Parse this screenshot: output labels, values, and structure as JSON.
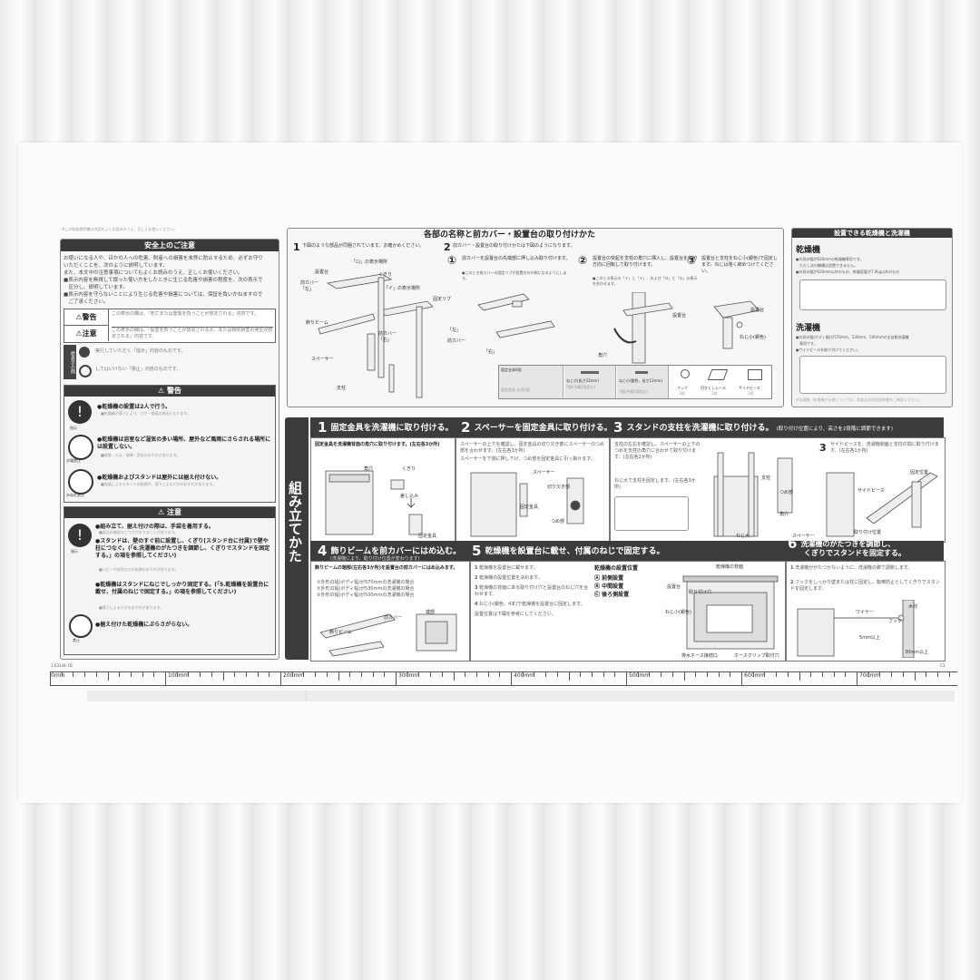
{
  "doc": {
    "code": "1-E3144-7D",
    "page_mark": "C3",
    "top_note": "※この取扱説明書の内容をよくお読みのうえ、正しくお使いください。"
  },
  "safety": {
    "title": "安全上のご注意",
    "intro": [
      "お使いになる人や、ほかの人への危害、財産への損害を未然に防止するため、必ずお守り",
      "いただくことを、次のように説明しています。",
      "また、本文中の注意事項についてもよくお読みのうえ、正しくお使いください。",
      "■表示内容を無視して誤った使い方をしたときに生じる危害や損害の程度を、次の表示で",
      "　区分し、説明しています。",
      "■表示内容を守らないことにより生じる危害や損害については、保証を負いかねますので",
      "　ご了承ください。"
    ],
    "warning_label": "警告",
    "warning_text": "この表示の欄は、「死亡または重傷を負うことが想定される」内容です。",
    "caution_label": "注意",
    "caution_text": "この表示の欄は、「傷害を負うことが想定されるか、または物的損害の発生が想定される」内容です。",
    "legend_side": "絵表示の例",
    "legend_do": "実行していただく「指示」内容のものです。",
    "legend_dont": "してはいけない「禁止」内容のものです。",
    "warning_box_title": "警告",
    "warn_items": [
      {
        "icon": "指示",
        "text": "●乾燥機の設置は2人で行う。",
        "sub": "■乾燥機の落下により、けが・損傷の原因となります。"
      },
      {
        "icon": "水場禁止",
        "text": "●乾燥機は浴室など湿気の多い場所、屋外など風雨にさらされる場所には設置しない。",
        "sub": "■感電・火災・故障・変形のおそれがあります。"
      },
      {
        "icon": "水ぬれ禁止",
        "text": "●乾燥機およびスタンドは屋外には据え付けない。",
        "sub": "■強風によるスタンドの転倒や、落下によるけがのおそれがあります。"
      }
    ],
    "caution_box_title": "注意",
    "caution_items": [
      {
        "text": "●組み立て、据え付けの際は、手袋を着用する。",
        "sub": "■部品の端部などでけがをすることがあります。"
      },
      {
        "text": "●スタンドは、壁のすぐ前に設置し、くぎり(スタンド台に付属)で壁や柱につなぐ。(「6.洗濯機のがたつきを調節し、くぎりでスタンドを固定する。」の項を参照してください)",
        "sub": "■ベビーや幼児などの転倒のおそれがあります。"
      },
      {
        "text": "●乾燥機はスタンドにねじでしっかり固定する。(「5.乾燥機を設置台に載せ、付属のねじで固定する。」の項を参照してください)",
        "sub": "■落下によるけがのおそれがあります。"
      },
      {
        "text": "●据え付けた乾燥機にぶらさがらない。",
        "sub": ""
      }
    ],
    "icon_instr": "指示",
    "icon_ban": "禁止"
  },
  "parts": {
    "title": "各部の名称と前カバー・設置台の取り付けかた",
    "step1": "下図のような部品が同梱されています。お確かめください。",
    "step2": "前カバー・設置台の取り付けかたは下図のようになります。",
    "sub1_num": "①",
    "sub1": "前カバーを設置台の先端部に押し込み取り付けます。",
    "sub1_note": "●このとき前カバーの固定リブが設置台の外側になるようにします。",
    "sub2_num": "②",
    "sub2": "設置台の突起を支柱の角穴に挿入し、設置台を矢印方向に回転して取り付けます。",
    "sub2_note": "●このとき表示の「イ」と「イ」、および「ロ」と「ロ」の表示を合わせます。",
    "sub3_num": "③",
    "sub3": "設置台と支柱をねじ小(銀色)で固定します。ねじは強く締めつけてください。",
    "labels": {
      "ro_mark": "「ロ」の表示場所",
      "settei": "設置台",
      "kugiri": "くぎり",
      "mae_left": "前カバー「左」",
      "i_mark": "「イ」の表示場所",
      "kazari": "飾りビーム",
      "mae_right": "前カバー「右」",
      "spacer": "スペーサー",
      "shichu": "支柱",
      "kotei_rib": "固定リブ",
      "left": "「左」",
      "mae": "前カバー",
      "right": "「右」",
      "kakuana": "角穴",
      "tokki": "突起",
      "shichu2": "支柱",
      "settei2": "設置台",
      "settei3": "設置台",
      "screw_small": "ねじ小(銀色)"
    },
    "accessories": [
      {
        "name": "固定金具6個",
        "sub": "固定金具 左用3個"
      },
      {
        "name": "ねじ大(長さ22mm)",
        "sub": "7個(予備1個含む)"
      },
      {
        "name": "ねじ小(銀色、長さ12mm)",
        "sub": "7個(予備1個含む)"
      },
      {
        "name": "フック",
        "sub": "1個"
      },
      {
        "name": "目かくしシール",
        "sub": "2枚"
      },
      {
        "name": "サイドピース",
        "sub": "2個"
      }
    ]
  },
  "right_panel": {
    "title": "設置できる乾燥機と洗濯機",
    "dryer_head": "乾燥機",
    "dryer_lines": [
      "●外形の幅が630mmの乾燥機専用です。",
      "　ただし次の機種は設置できません。",
      "●外形の幅が630mm以外のもの、乾燥容量が7.0kg以外のもの"
    ],
    "washer_head": "洗濯機",
    "washer_lines": [
      "●外形の幅(ボディ幅)が570mm、530mm、500mmの全自動洗濯機",
      "　専用です。",
      "●サイドピースを取り付けてください。"
    ],
    "footnote": "※洗濯機・乾燥機の仕様については、各製品の取扱説明書をご確認ください。"
  },
  "assembly": {
    "side_label": "組み立てかた",
    "step1": {
      "num": "1",
      "title": "固定金具を洗濯機に取り付ける。"
    },
    "step2": {
      "num": "2",
      "title": "スペーサーを固定金具に取り付ける。"
    },
    "step3": {
      "num": "3",
      "title": "スタンドの支柱を洗濯機に取り付ける。",
      "note": "(取り付け位置により、高さを2段階に調節できます)"
    },
    "step4": {
      "num": "4",
      "title": "飾りビームを前カバーにはめ込む。",
      "note": "(洗濯機により、取り付け位置が変わります)"
    },
    "step5": {
      "num": "5",
      "title": "乾燥機を設置台に載せ、付属のねじで固定する。"
    },
    "step6": {
      "num": "6",
      "title": "洗濯機のがたつきを調節し、",
      "title2": "くぎりでスタンドを固定する。"
    },
    "s1_text": "固定金具を洗濯機背面の角穴に取り付けます。(左右各3か所)",
    "s1_labels": {
      "kakuana": "角穴",
      "kugiri": "くぎり",
      "kotei": "固定金具",
      "hikkake": "差し込み"
    },
    "s2_text1": "スペーサーの上下を確認し、固定金具の切り欠き部にスペーサーのつめ部を合わせます。(左右各3か所)",
    "s2_text2": "スペーサーを下側に押し下げ、つめ部を固定金具に引っ掛けます。",
    "s2_labels": {
      "spacer": "スペーサー",
      "kirikaki": "切り欠き部",
      "kotei": "固定金具",
      "tsume": "つめ部"
    },
    "s3_text1": "支柱の左右を確認し、スペーサーの上下のつめを支柱の角穴に合わせて取り付けます。(左右各2か所)",
    "s3_text2": "ねじ大で支柱を固定します。(左右各3か所)",
    "s3_text3": "サイドピースを、洗濯機側面と支柱の間に取り付けます。(左右各1か所)",
    "s3_labels": {
      "shichu": "支柱",
      "tsume": "つめ部",
      "kakuana": "角穴",
      "screw": "ねじ大",
      "spacer": "スペーサー",
      "side": "サイドピース",
      "position": "取り付け位置",
      "kotei_pos": "固定位置"
    },
    "s3_note": "取り付け位置により、高さを2段階に調節できます",
    "s4_text": "飾りビームの端部(左右各3か所)を設置台の前カバーにはめ込みます。",
    "s4_items": [
      "①外形の幅(ボディ幅)が570mmの洗濯機の場合",
      "②外形の幅(ボディ幅)が530mmの洗濯機の場合",
      "③外形の幅(ボディ幅)が500mmの洗濯機の場合"
    ],
    "s4_labels": {
      "kazari": "飾りビーム",
      "mae": "前カバー",
      "hashi": "端部"
    },
    "s5_lines": [
      "乾燥機を設置台に載せます。",
      "乾燥機の設置位置を決めます。",
      "乾燥機の背面にある取り付け穴と設置台のねじ穴を合わせます。",
      "ねじ小(銀色、4本)で乾燥機を設置台に固定します。",
      "設置位置は下図を参考にしてください。"
    ],
    "s5_pos_title": "乾燥機の設置位置",
    "s5_positions": [
      "Ⓐ 前側設置",
      "Ⓑ 中間設置",
      "Ⓒ 後ろ側設置"
    ],
    "s5_labels": {
      "dryer": "乾燥機の背面",
      "settei": "設置台",
      "hole": "取り付け穴",
      "screw": "ねじ小(銀色)",
      "hose": "ホースクリップ取付穴",
      "drain": "排水ホース接続口"
    },
    "s6_text1": "洗濯機ががたつかないように、洗濯機の脚で調節します。",
    "s6_text2": "フックをしっかり壁または柱に固定し、転倒防止としてくぎりでスタンドを固定します。",
    "s6_labels": {
      "hook": "フック",
      "wire": "ワイヤー",
      "mokuzai": "木材",
      "dist1": "30mm以上",
      "dist2": "5mm以上"
    }
  },
  "ruler": {
    "unit_start": "0mm",
    "labels": [
      "100mm",
      "200mm",
      "300mm",
      "400mm",
      "500mm",
      "600mm",
      "700mm"
    ]
  }
}
